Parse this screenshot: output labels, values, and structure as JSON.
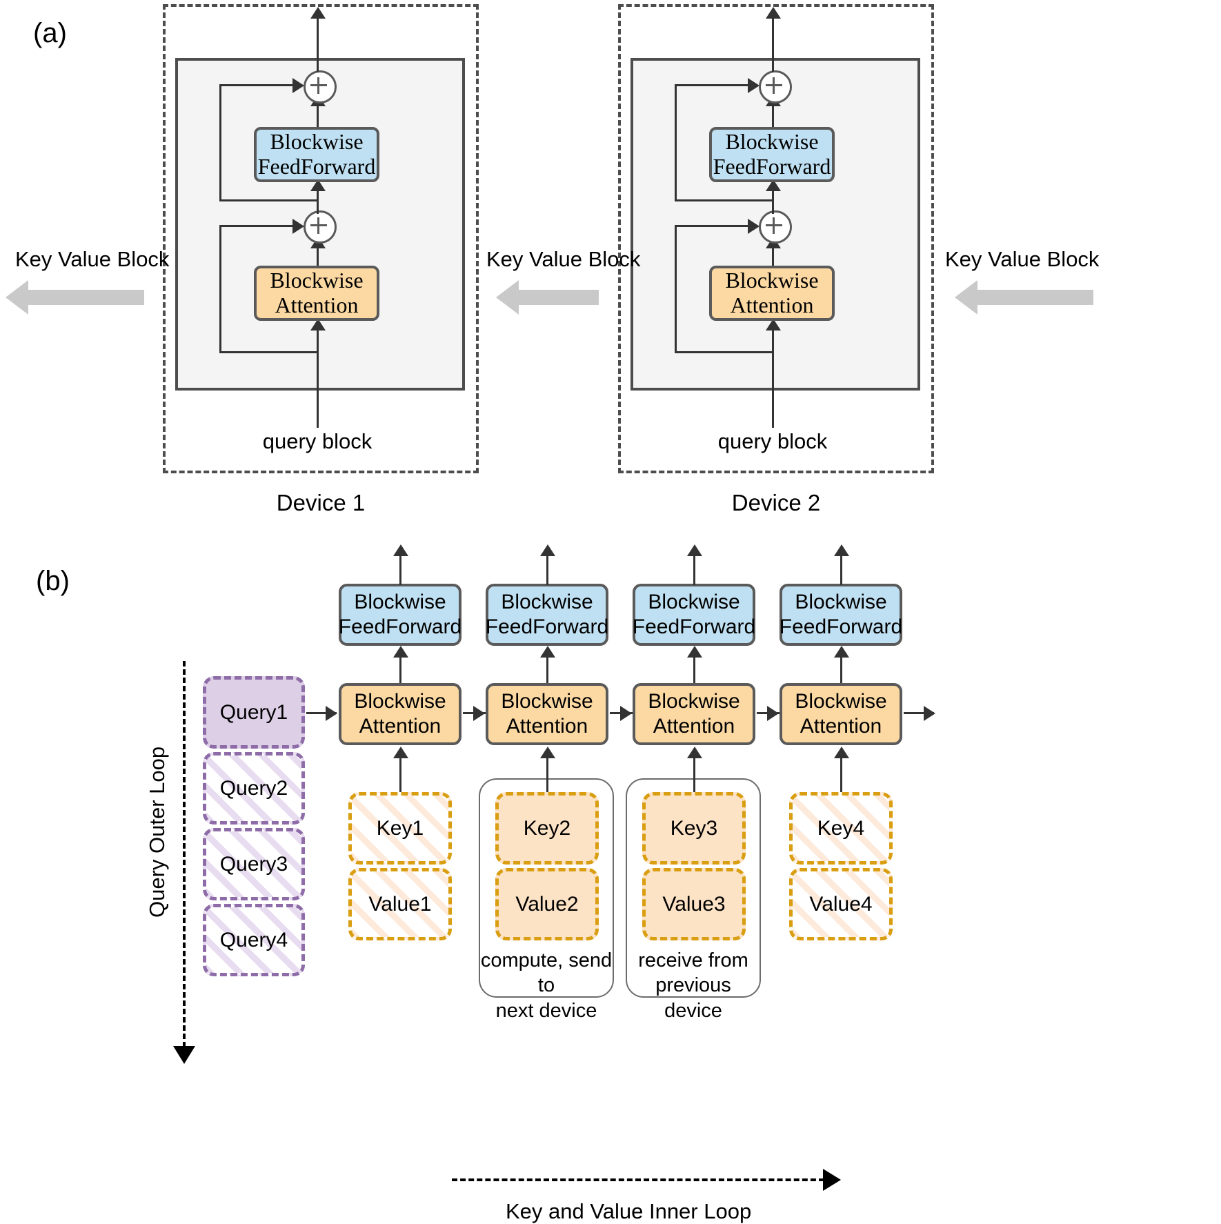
{
  "figure": {
    "panel_a_label": "(a)",
    "panel_b_label": "(b)"
  },
  "panel_a": {
    "devices": [
      {
        "caption": "Device 1",
        "query_label": "query block",
        "feedforward_label": "Blockwise\nFeedForward",
        "feedforward_line1": "Blockwise",
        "feedforward_line2": "FeedForward",
        "attention_line1": "Blockwise",
        "attention_line2": "Attention",
        "residual_icon": "plus-circle-icon"
      },
      {
        "caption": "Device 2",
        "query_label": "query block",
        "feedforward_line1": "Blockwise",
        "feedforward_line2": "FeedForward",
        "attention_line1": "Blockwise",
        "attention_line2": "Attention",
        "residual_icon": "plus-circle-icon"
      }
    ],
    "kv_arrows": [
      {
        "label": "Key Value Block"
      },
      {
        "label": "Key Value Block"
      },
      {
        "label": "Key Value Block"
      }
    ]
  },
  "panel_b": {
    "outer_loop_label": "Query Outer Loop",
    "inner_loop_label": "Key and Value Inner Loop",
    "queries": [
      {
        "label": "Query1",
        "state": "active"
      },
      {
        "label": "Query2",
        "state": "pending"
      },
      {
        "label": "Query3",
        "state": "pending"
      },
      {
        "label": "Query4",
        "state": "pending"
      }
    ],
    "columns": [
      {
        "feedforward_line1": "Blockwise",
        "feedforward_line2": "FeedForward",
        "attention_line1": "Blockwise",
        "attention_line2": "Attention",
        "key": "Key1",
        "value": "Value1",
        "kv_state": "pending",
        "group_caption": ""
      },
      {
        "feedforward_line1": "Blockwise",
        "feedforward_line2": "FeedForward",
        "attention_line1": "Blockwise",
        "attention_line2": "Attention",
        "key": "Key2",
        "value": "Value2",
        "kv_state": "active",
        "group_caption_line1": "compute, send to",
        "group_caption_line2": "next device"
      },
      {
        "feedforward_line1": "Blockwise",
        "feedforward_line2": "FeedForward",
        "attention_line1": "Blockwise",
        "attention_line2": "Attention",
        "key": "Key3",
        "value": "Value3",
        "kv_state": "active",
        "group_caption_line1": "receive from",
        "group_caption_line2": "previous device"
      },
      {
        "feedforward_line1": "Blockwise",
        "feedforward_line2": "FeedForward",
        "attention_line1": "Blockwise",
        "attention_line2": "Attention",
        "key": "Key4",
        "value": "Value4",
        "kv_state": "pending",
        "group_caption": ""
      }
    ]
  },
  "colors": {
    "feedforward_fill": "#bfe0f2",
    "attention_fill": "#fcd9a3",
    "query_fill": "#ddcfe6",
    "query_border": "#8e6ca8",
    "kv_fill": "#fde3c6",
    "kv_border": "#d99e12",
    "box_border": "#5a5a5a",
    "device_border": "#4d4d4d",
    "device_fill": "#f4f4f4",
    "kv_arrow_gray": "#c9c9c9"
  }
}
